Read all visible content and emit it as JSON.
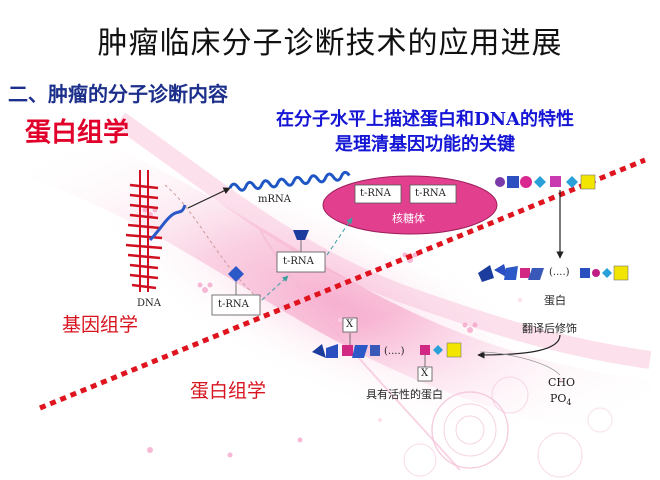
{
  "slide": {
    "title": "肿瘤临床分子诊断技术的应用进展",
    "section": "二、肿瘤的分子诊断内容",
    "protein_heading": "蛋白组学",
    "subtitle_line1": "在分子水平上描述蛋白和DNA的特性",
    "subtitle_line2": "是理清基因功能的关键"
  },
  "diagram": {
    "dna_label": "DNA",
    "mrna_label": "mRNA",
    "trna_label": "t-RNA",
    "ribosome_label": "核糖体",
    "ellipsis": "(....)",
    "protein_label": "蛋白",
    "ptm_label": "翻译后修饰",
    "x_marker": "X",
    "active_protein_label": "具有活性的蛋白",
    "cho_label": "CHO",
    "po4_label": "PO",
    "po4_subscript": "4",
    "genomics_label": "基因组学",
    "proteomics_label": "蛋白组学"
  },
  "colors": {
    "title": "#111111",
    "section": "#1c2f8a",
    "protein_heading": "#e0002a",
    "subtitle": "#1515d6",
    "divider": "#e0141e",
    "ribosome": "#e23f8f",
    "dna": "#d01020"
  }
}
